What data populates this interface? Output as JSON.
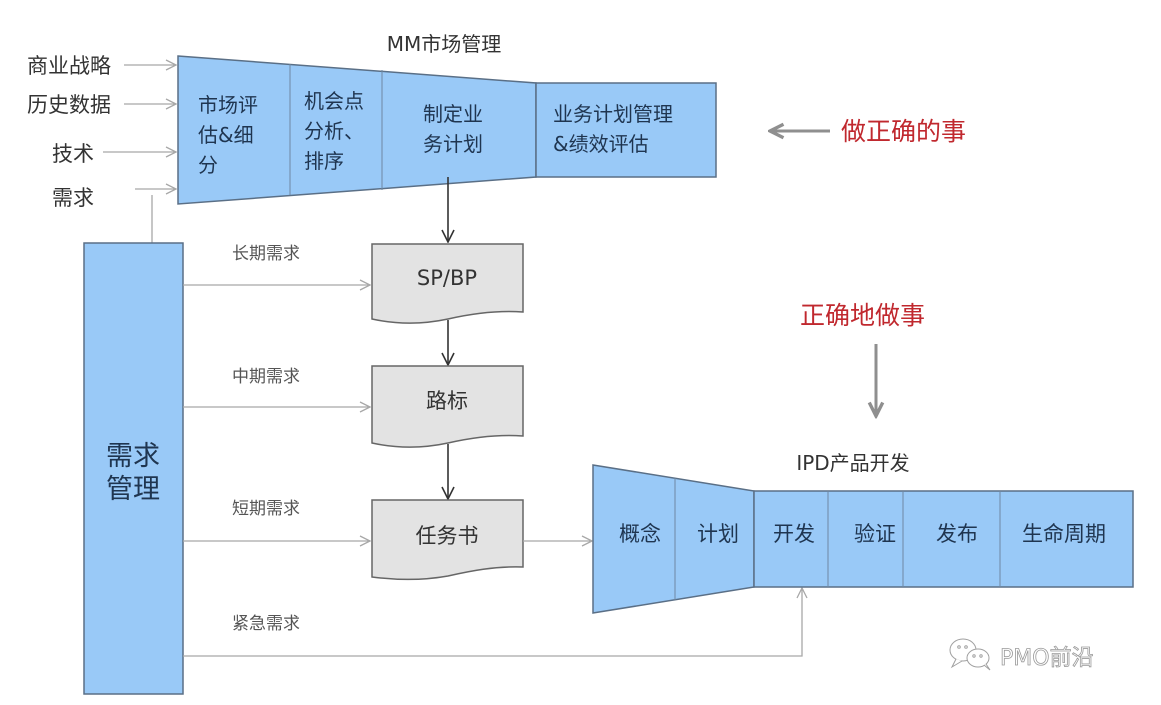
{
  "colors": {
    "box_fill": "#99c9f7",
    "box_stroke": "#5a6f86",
    "doc_fill": "#e3e3e3",
    "doc_stroke": "#666666",
    "arrow_light": "#a8a8a8",
    "arrow_dark": "#333333",
    "accent_red": "#c0282e"
  },
  "mm": {
    "title": "MM市场管理",
    "inputs": [
      "商业战略",
      "历史数据",
      "技术",
      "需求"
    ],
    "stages": [
      {
        "lines": [
          "市场评",
          "估&细",
          "分"
        ]
      },
      {
        "lines": [
          "机会点",
          "分析、",
          "排序"
        ]
      },
      {
        "lines": [
          "制定业",
          "务计划"
        ]
      },
      {
        "lines": [
          "业务计划管理",
          "&绩效评估"
        ]
      }
    ],
    "annotation": "做正确的事"
  },
  "demand": {
    "lines": [
      "需求",
      "管理"
    ],
    "flows": [
      "长期需求",
      "中期需求",
      "短期需求",
      "紧急需求"
    ]
  },
  "documents": [
    "SP/BP",
    "路标",
    "任务书"
  ],
  "ipd": {
    "title": "IPD产品开发",
    "annotation": "正确地做事",
    "stages": [
      "概念",
      "计划",
      "开发",
      "验证",
      "发布",
      "生命周期"
    ]
  },
  "watermark": {
    "icon": "wechat-icon",
    "text": "PMO前沿"
  }
}
